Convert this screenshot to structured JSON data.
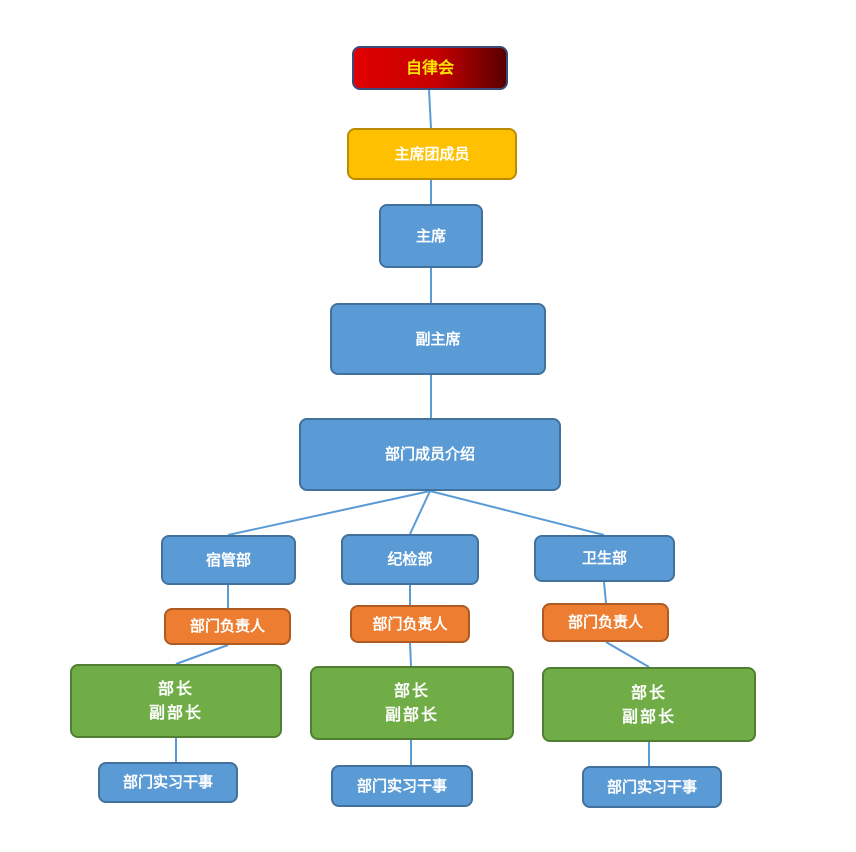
{
  "root": {
    "label": "自律会"
  },
  "presidium": {
    "label": "主席团成员"
  },
  "chairman": {
    "label": "主席"
  },
  "vice_chairman": {
    "label": "副主席"
  },
  "dept_intro": {
    "label": "部门成员介绍"
  },
  "departments": [
    {
      "name": "宿管部",
      "head": "部门负责人",
      "minister": "部长",
      "vice_minister": "副部长",
      "intern": "部门实习干事"
    },
    {
      "name": "纪检部",
      "head": "部门负责人",
      "minister": "部长",
      "vice_minister": "副部长",
      "intern": "部门实习干事"
    },
    {
      "name": "卫生部",
      "head": "部门负责人",
      "minister": "部长",
      "vice_minister": "副部长",
      "intern": "部门实习干事"
    }
  ],
  "colors": {
    "node_blue": "#5b9bd5",
    "node_orange": "#ed7d31",
    "node_green": "#70ad47",
    "node_yellow": "#ffc000",
    "node_red": "#d00000",
    "root_text": "#ffe600",
    "connector": "#5b9bd5"
  }
}
